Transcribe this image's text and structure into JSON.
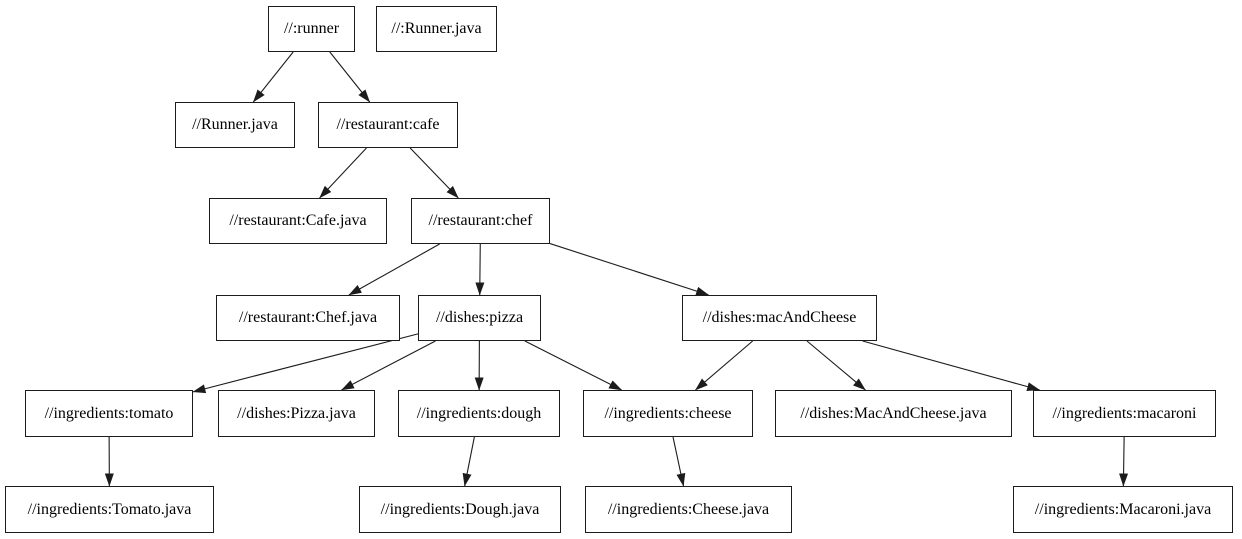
{
  "diagram": {
    "type": "dependency-graph",
    "colors": {
      "background": "#ffffff",
      "node_fill": "#ffffff",
      "node_border": "#1c1c1c",
      "edge": "#1c1c1c",
      "text": "#000000"
    },
    "nodes": [
      {
        "id": "runner",
        "label": "//:runner"
      },
      {
        "id": "runner-java-root",
        "label": "//:Runner.java"
      },
      {
        "id": "runner-java",
        "label": "//Runner.java"
      },
      {
        "id": "cafe",
        "label": "//restaurant:cafe"
      },
      {
        "id": "cafe-java",
        "label": "//restaurant:Cafe.java"
      },
      {
        "id": "chef",
        "label": "//restaurant:chef"
      },
      {
        "id": "chef-java",
        "label": "//restaurant:Chef.java"
      },
      {
        "id": "pizza",
        "label": "//dishes:pizza"
      },
      {
        "id": "mac-and-cheese",
        "label": "//dishes:macAndCheese"
      },
      {
        "id": "tomato",
        "label": "//ingredients:tomato"
      },
      {
        "id": "pizza-java",
        "label": "//dishes:Pizza.java"
      },
      {
        "id": "dough",
        "label": "//ingredients:dough"
      },
      {
        "id": "cheese",
        "label": "//ingredients:cheese"
      },
      {
        "id": "mac-and-cheese-java",
        "label": "//dishes:MacAndCheese.java"
      },
      {
        "id": "macaroni",
        "label": "//ingredients:macaroni"
      },
      {
        "id": "tomato-java",
        "label": "//ingredients:Tomato.java"
      },
      {
        "id": "dough-java",
        "label": "//ingredients:Dough.java"
      },
      {
        "id": "cheese-java",
        "label": "//ingredients:Cheese.java"
      },
      {
        "id": "macaroni-java",
        "label": "//ingredients:Macaroni.java"
      }
    ],
    "edges": [
      {
        "from": "runner",
        "to": "runner-java"
      },
      {
        "from": "runner",
        "to": "cafe"
      },
      {
        "from": "cafe",
        "to": "cafe-java"
      },
      {
        "from": "cafe",
        "to": "chef"
      },
      {
        "from": "chef",
        "to": "chef-java"
      },
      {
        "from": "chef",
        "to": "pizza"
      },
      {
        "from": "chef",
        "to": "mac-and-cheese"
      },
      {
        "from": "pizza",
        "to": "tomato"
      },
      {
        "from": "pizza",
        "to": "pizza-java"
      },
      {
        "from": "pizza",
        "to": "dough"
      },
      {
        "from": "pizza",
        "to": "cheese"
      },
      {
        "from": "mac-and-cheese",
        "to": "cheese"
      },
      {
        "from": "mac-and-cheese",
        "to": "mac-and-cheese-java"
      },
      {
        "from": "mac-and-cheese",
        "to": "macaroni"
      },
      {
        "from": "tomato",
        "to": "tomato-java"
      },
      {
        "from": "dough",
        "to": "dough-java"
      },
      {
        "from": "cheese",
        "to": "cheese-java"
      },
      {
        "from": "macaroni",
        "to": "macaroni-java"
      }
    ]
  }
}
